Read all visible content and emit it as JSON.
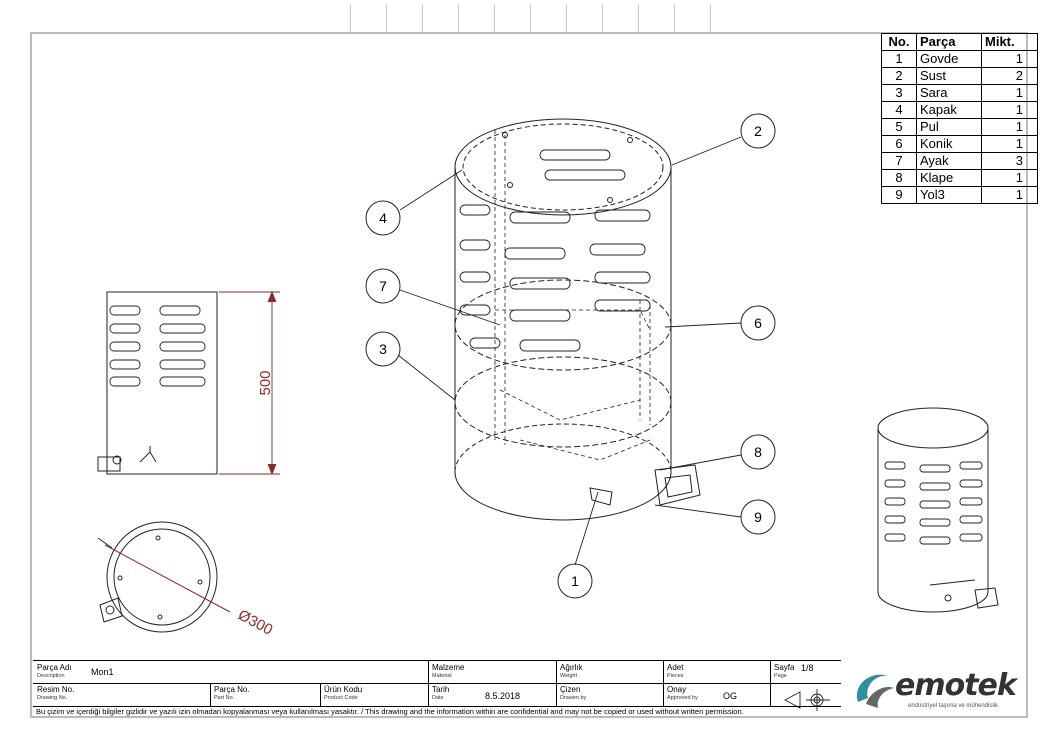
{
  "bom": {
    "headers": [
      "No.",
      "Parça",
      "Mikt."
    ],
    "rows": [
      {
        "no": "1",
        "part": "Govde",
        "qty": "1"
      },
      {
        "no": "2",
        "part": "Sust",
        "qty": "2"
      },
      {
        "no": "3",
        "part": "Sara",
        "qty": "1"
      },
      {
        "no": "4",
        "part": "Kapak",
        "qty": "1"
      },
      {
        "no": "5",
        "part": "Pul",
        "qty": "1"
      },
      {
        "no": "6",
        "part": "Konik",
        "qty": "1"
      },
      {
        "no": "7",
        "part": "Ayak",
        "qty": "3"
      },
      {
        "no": "8",
        "part": "Klape",
        "qty": "1"
      },
      {
        "no": "9",
        "part": "Yol3",
        "qty": "1"
      }
    ]
  },
  "balloons": [
    "2",
    "4",
    "7",
    "6",
    "3",
    "8",
    "9",
    "1"
  ],
  "dimensions": {
    "height": "500",
    "diameter": "Ø300"
  },
  "title_block": {
    "part_name_label": "Parça Adı",
    "part_name_sub": "Description",
    "part_name_value": "Mon1",
    "drawing_no_label": "Resim No.",
    "drawing_no_sub": "Drawing No.",
    "part_no_label": "Parça No.",
    "part_no_sub": "Part No.",
    "product_code_label": "Ürün Kodu",
    "product_code_sub": "Product Code",
    "material_label": "Malzeme",
    "material_sub": "Material",
    "weight_label": "Ağırlık",
    "weight_sub": "Weight",
    "pieces_label": "Adet",
    "pieces_sub": "Pieces",
    "page_label": "Sayfa",
    "page_sub": "Page",
    "page_value": "1/8",
    "date_label": "Tarih",
    "date_sub": "Date",
    "date_value": "8.5.2018",
    "drawn_label": "Çizen",
    "drawn_sub": "Drawen by",
    "approved_label": "Onay",
    "approved_sub": "Approved by",
    "approved_value": "OG",
    "disclaimer": "Bu çizim ve içerdiği bilgiler gizlidir ve yazılı izin olmadan kopyalanması veya kullanılması yasaktır. / This drawing and the information within are confidential and may not be copied or used without written permission."
  },
  "logo": {
    "word": "emotek",
    "tagline": "endüstriyel taşıma ve mühendislik"
  }
}
